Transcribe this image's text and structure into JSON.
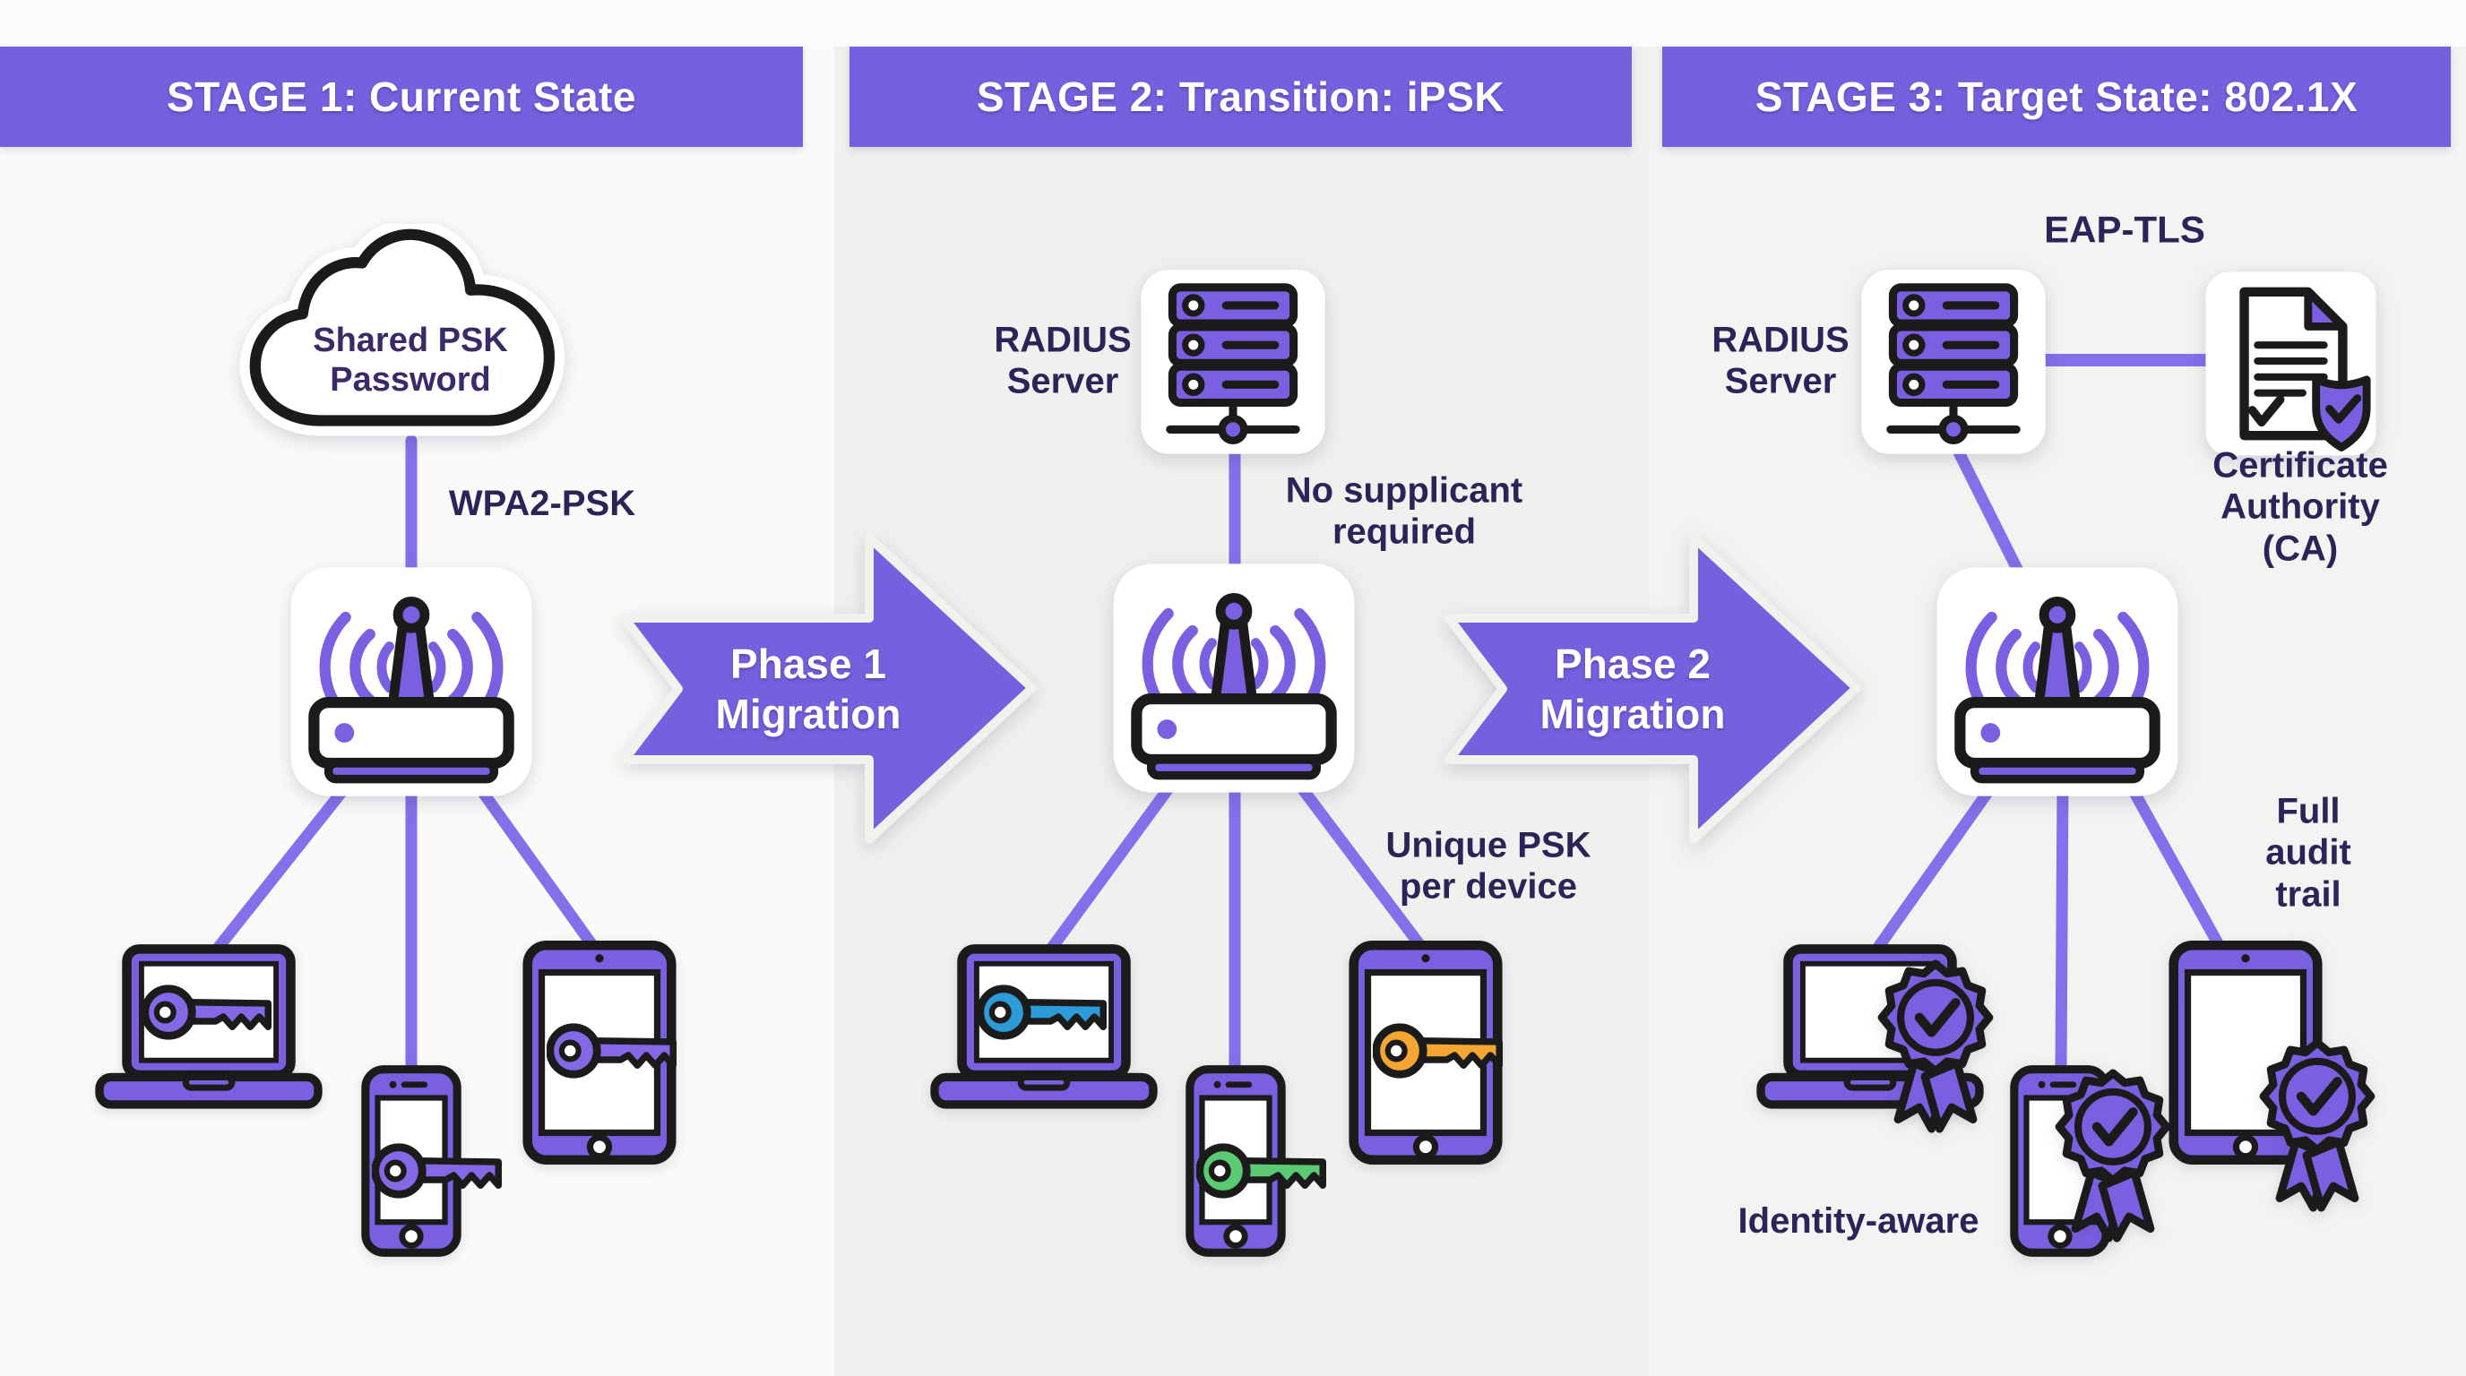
{
  "colors": {
    "accent": "#7361dd",
    "purple": "#7a5fe0",
    "line": "#8470ea",
    "ink": "#2e2358",
    "key_purple": "#8468e6",
    "key_blue": "#2d9bd8",
    "key_green": "#5cc973",
    "key_orange": "#f5a531",
    "col1_bg": "#fbfaf8",
    "col2_bg": "#f1f0ee",
    "col3_bg": "#f4f3f1"
  },
  "headers": [
    {
      "title": "STAGE 1: Current State"
    },
    {
      "title": "STAGE 2: Transition: iPSK"
    },
    {
      "title": "STAGE 3: Target State: 802.1X"
    }
  ],
  "arrows": [
    {
      "label": "Phase 1\nMigration"
    },
    {
      "label": "Phase 2\nMigration"
    }
  ],
  "stage1": {
    "cloud_label": "Shared PSK\nPassword",
    "wifi_label": "WPA2-PSK"
  },
  "stage2": {
    "server_label": "RADIUS\nServer",
    "note_top": "No supplicant\nrequired",
    "note_bottom": "Unique PSK\nper device"
  },
  "stage3": {
    "eap_label": "EAP-TLS",
    "server_label": "RADIUS\nServer",
    "ca_label": "Certificate\nAuthority (CA)",
    "audit_label": "Full audit\ntrail",
    "identity_label": "Identity-aware"
  }
}
